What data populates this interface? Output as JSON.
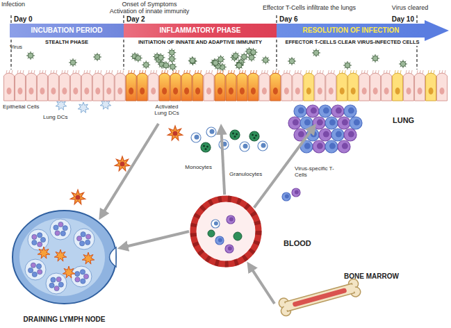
{
  "diagram": {
    "nodes": [
      {
        "text": [
          "INCUBATION PERIOD"
        ]
      },
      {
        "text": [
          "INFLAMMATORY PHASE"
        ]
      },
      {
        "text": [
          "RESOLUTION OF INFECTION"
        ]
      },
      {
        "text": [
          "LUNG"
        ]
      },
      {
        "text": [
          "BLOOD"
        ]
      },
      {
        "text": [
          "DRAINING LYMPH NODE"
        ]
      },
      {
        "text": [
          "BONE MARROW"
        ]
      }
    ],
    "edges": [
      {
        "from": 3,
        "to": 5,
        "arrow": "to"
      },
      {
        "from": 4,
        "to": 5,
        "arrow": "to"
      },
      {
        "from": 6,
        "to": 4,
        "arrow": "to"
      },
      {
        "from": 4,
        "to": 3,
        "arrow": "to"
      },
      {
        "from": 4,
        "to": 3,
        "arrow": "to"
      }
    ],
    "labels": [
      "Infection",
      "Day 0",
      "Onset of Symptoms",
      "Activation of innate immunity",
      "Day 2",
      "Effector T-Cells infiltrate the lungs",
      "Day 6",
      "Virus cleared",
      "Day 10",
      "STEALTH PHASE",
      "INITIATION OF INNATE AND ADAPTIVE IMMUNITY",
      "EFFECTOR T-CELLS CLEAR VIRUS-INFECTED CELLS",
      "Virus",
      "Epithelial Cells",
      "Lung DCs",
      "Activated Lung DCs",
      "Monocytes",
      "Granulocytes",
      "Virus-specific T-Cells"
    ]
  }
}
